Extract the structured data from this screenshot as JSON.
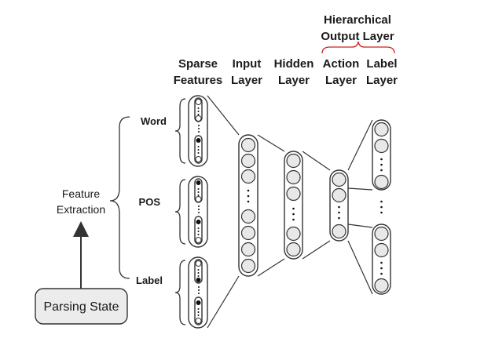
{
  "headers": {
    "sparse": [
      "Sparse",
      "Features"
    ],
    "input": [
      "Input",
      "Layer"
    ],
    "hidden": [
      "Hidden",
      "Layer"
    ],
    "hierarchical": [
      "Hierarchical",
      "Output Layer"
    ],
    "action": [
      "Action",
      "Layer"
    ],
    "label_layer": [
      "Label",
      "Layer"
    ]
  },
  "feature_groups": [
    "Word",
    "POS",
    "Label"
  ],
  "feature_extraction": [
    "Feature",
    "Extraction"
  ],
  "parsing_state": "Parsing State",
  "colors": {
    "hierarchy_brace": "#cc2222",
    "box_fill": "#ececec"
  }
}
